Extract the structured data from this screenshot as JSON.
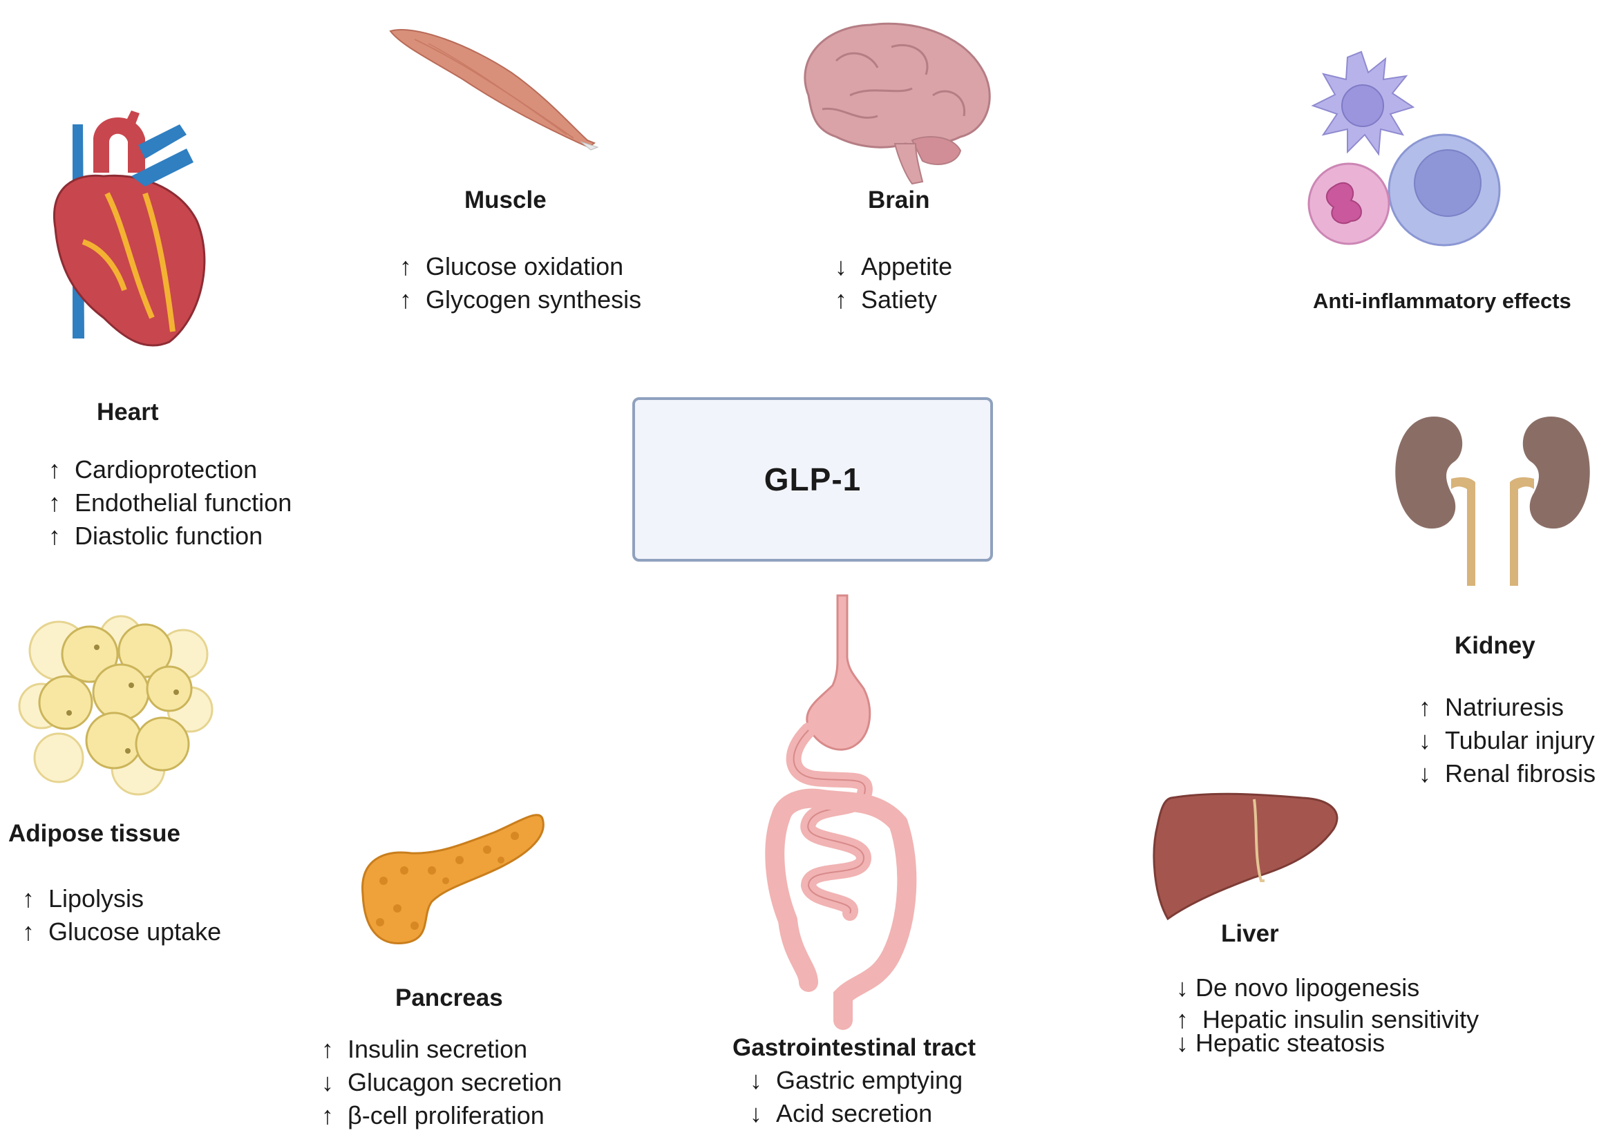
{
  "center": {
    "label": "GLP-1"
  },
  "organs": {
    "muscle": {
      "title": "Muscle",
      "effects": [
        {
          "arrow": "↑",
          "text": "Glucose oxidation"
        },
        {
          "arrow": "↑",
          "text": "Glycogen synthesis"
        }
      ]
    },
    "brain": {
      "title": "Brain",
      "effects": [
        {
          "arrow": "↓",
          "text": "Appetite"
        },
        {
          "arrow": "↑",
          "text": "Satiety"
        }
      ]
    },
    "immune": {
      "title": "Anti-inflammatory effects"
    },
    "heart": {
      "title": "Heart",
      "effects": [
        {
          "arrow": "↑",
          "text": "Cardioprotection"
        },
        {
          "arrow": "↑",
          "text": "Endothelial function"
        },
        {
          "arrow": "↑",
          "text": "Diastolic function"
        }
      ]
    },
    "kidney": {
      "title": "Kidney",
      "effects": [
        {
          "arrow": "↑",
          "text": "Natriuresis"
        },
        {
          "arrow": "↓",
          "text": "Tubular injury"
        },
        {
          "arrow": "↓",
          "text": "Renal fibrosis"
        }
      ]
    },
    "adipose": {
      "title": "Adipose tissue",
      "effects": [
        {
          "arrow": "↑",
          "text": "Lipolysis"
        },
        {
          "arrow": "↑",
          "text": "Glucose uptake"
        }
      ]
    },
    "liver": {
      "title": "Liver",
      "effects": [
        {
          "arrow": "↓",
          "text": "De novo lipogenesis"
        },
        {
          "arrow": "↑",
          "text": "Hepatic insulin sensitivity"
        },
        {
          "arrow": "↓",
          "text": "Hepatic steatosis"
        }
      ]
    },
    "pancreas": {
      "title": "Pancreas",
      "effects": [
        {
          "arrow": "↑",
          "text": "Insulin secretion"
        },
        {
          "arrow": "↓",
          "text": "Glucagon secretion"
        },
        {
          "arrow": "↑",
          "text": "β-cell proliferation"
        }
      ]
    },
    "gi": {
      "title": "Gastrointestinal tract",
      "effects": [
        {
          "arrow": "↓",
          "text": "Gastric emptying"
        },
        {
          "arrow": "↓",
          "text": "Acid secretion"
        }
      ]
    }
  },
  "colors": {
    "box_fill": "#f2f4fb",
    "box_border": "#8fa1be",
    "muscle": "#d9907a",
    "brain": "#d9a3a8",
    "heart": "#c8464d",
    "vessel_blue": "#2f7fc1",
    "adipose": "#f7e7a3",
    "pancreas": "#efa13a",
    "gi": "#f1b3b3",
    "liver": "#a4564e",
    "kidney": "#8a6e66",
    "ureter": "#d8b37a",
    "immune_purple": "#b7b3ea",
    "immune_pink": "#e7a5cc"
  }
}
